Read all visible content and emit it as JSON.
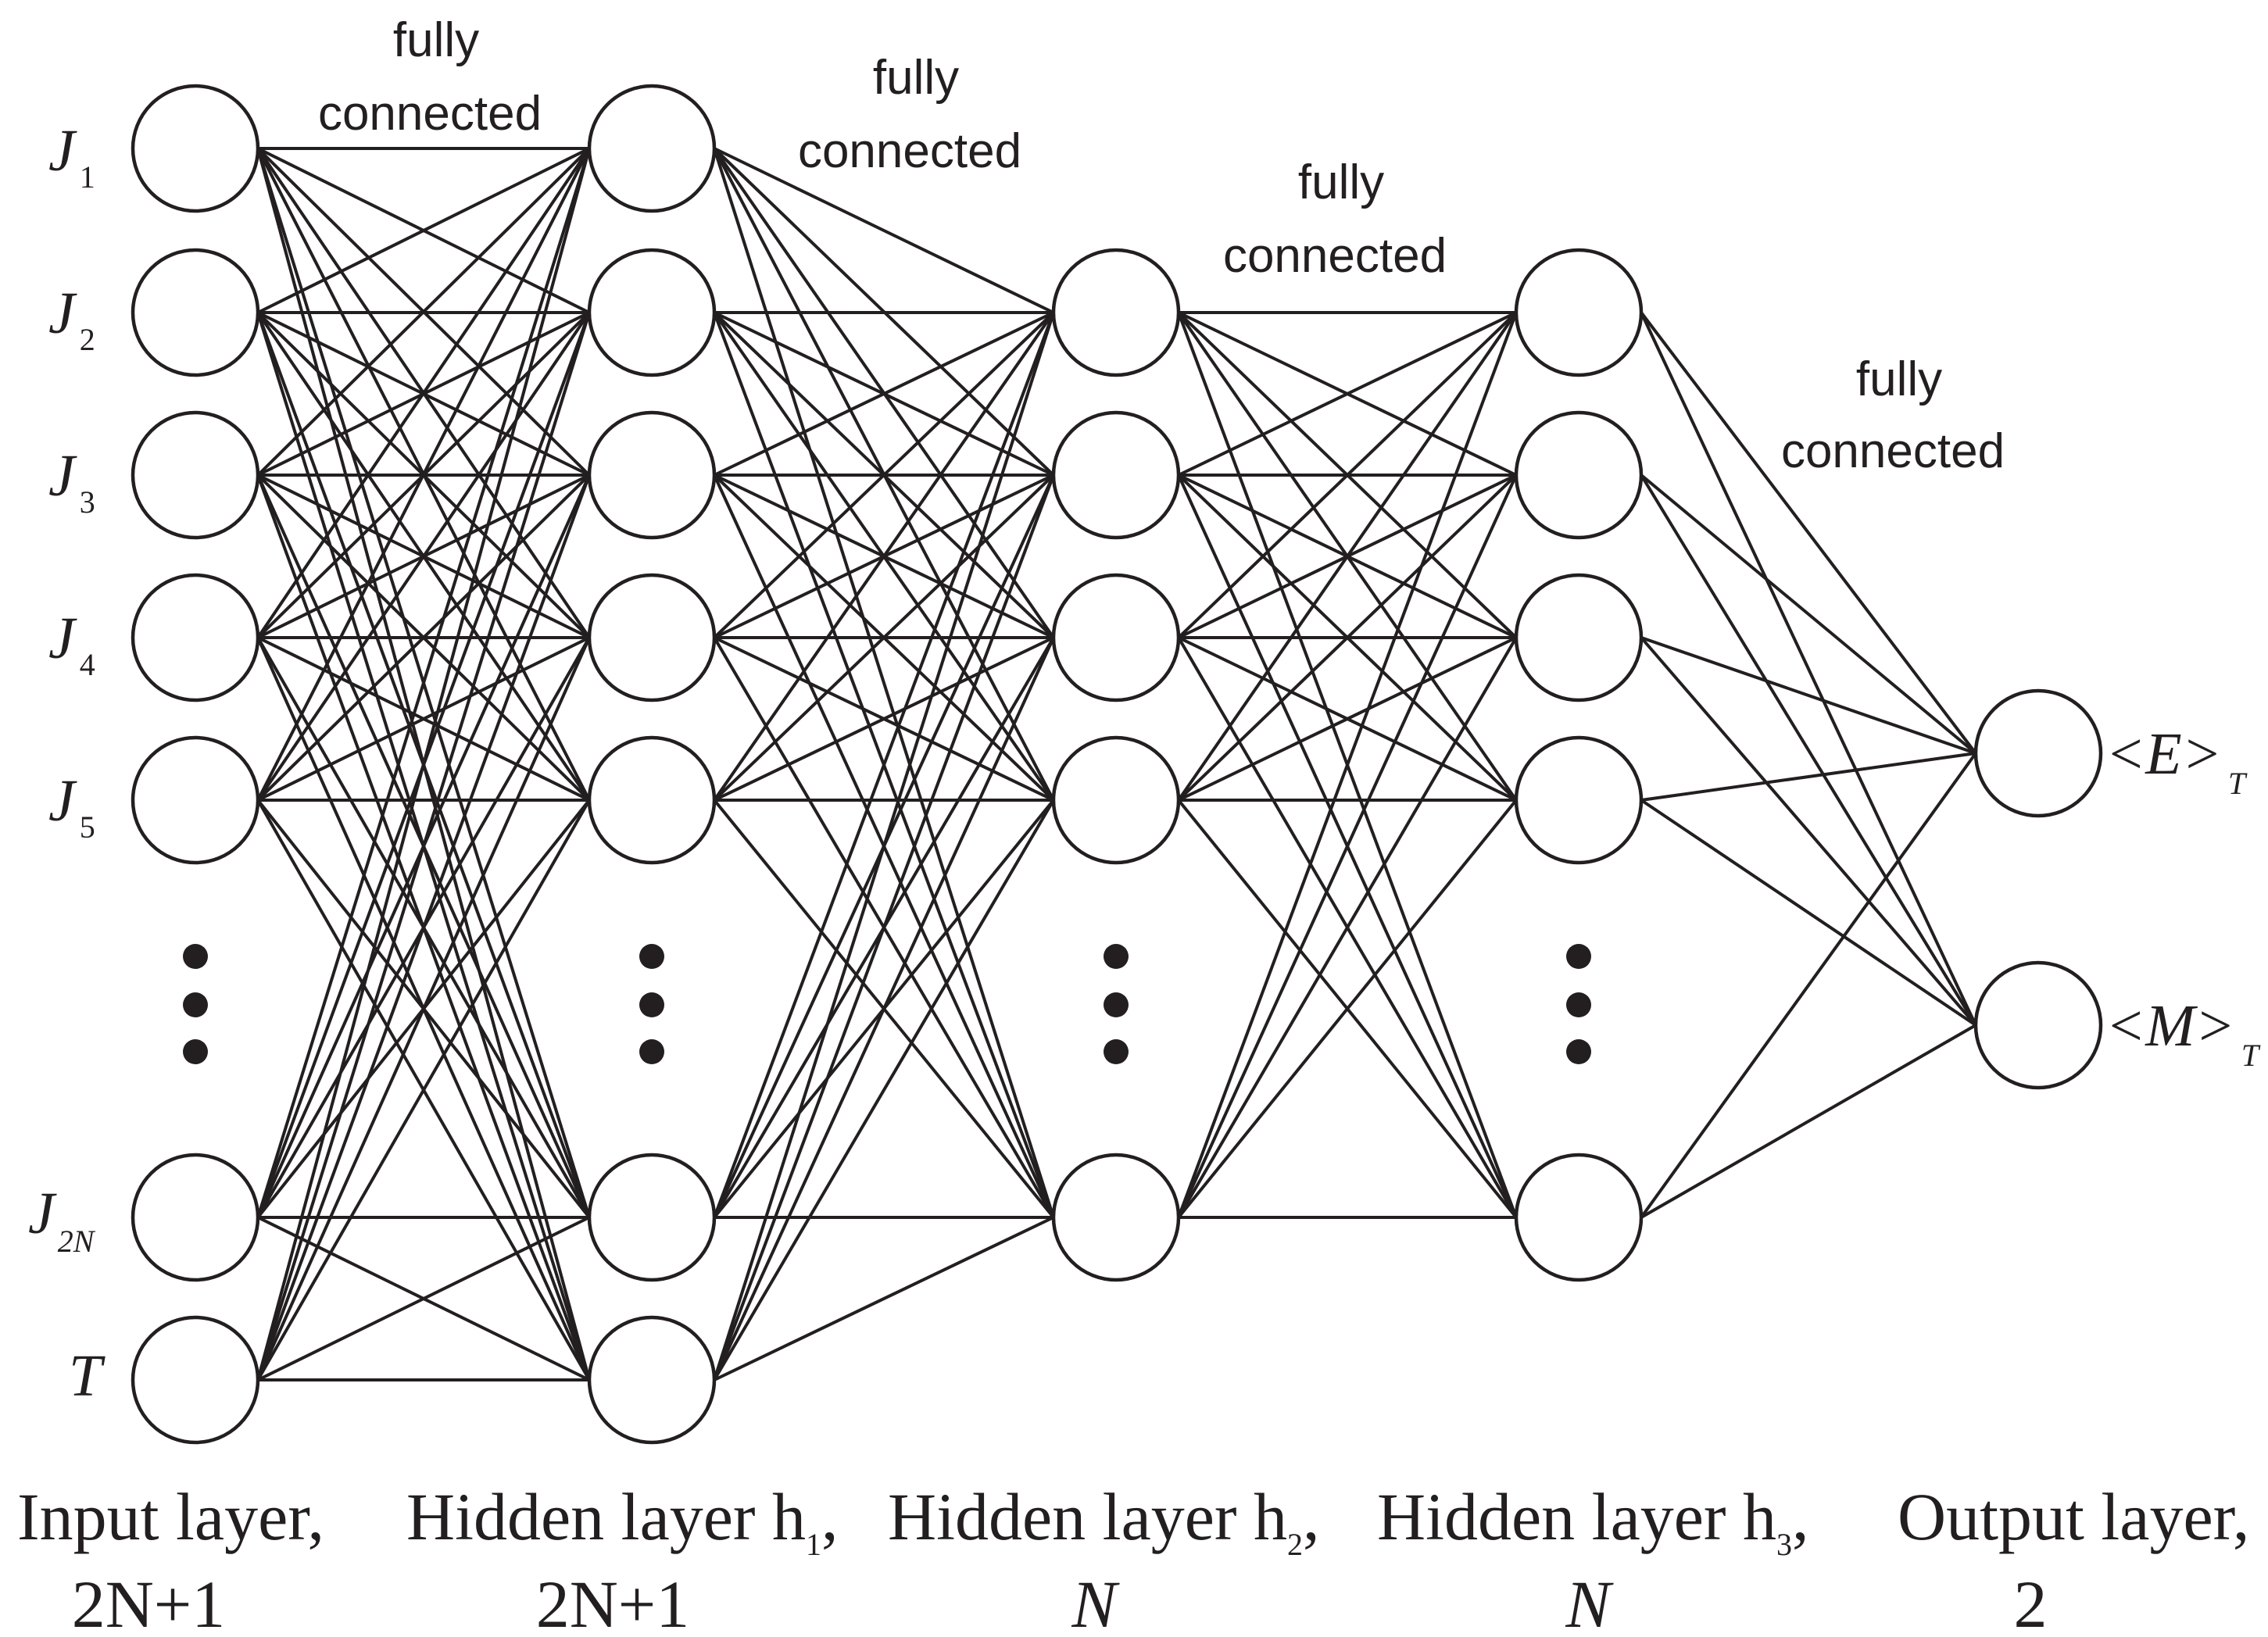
{
  "input_labels": [
    {
      "main": "J",
      "sub": "1"
    },
    {
      "main": "J",
      "sub": "2"
    },
    {
      "main": "J",
      "sub": "3"
    },
    {
      "main": "J",
      "sub": "4"
    },
    {
      "main": "J",
      "sub": "5"
    },
    {
      "main": "J",
      "sub": "2N"
    },
    {
      "main": "T",
      "sub": ""
    }
  ],
  "output_labels": [
    {
      "main": "<E>",
      "sub": "T"
    },
    {
      "main": "<M>",
      "sub": "T"
    }
  ],
  "connection_labels": [
    {
      "line1": "fully",
      "line2": "connected"
    },
    {
      "line1": "fully",
      "line2": "connected"
    },
    {
      "line1": "fully",
      "line2": "connected"
    },
    {
      "line1": "fully",
      "line2": "connected"
    }
  ],
  "layers": [
    {
      "name": "Input layer,",
      "sub": "",
      "size": "2N+1"
    },
    {
      "name": "Hidden layer h",
      "sub": "1",
      "suffix": ",",
      "size": "2N+1"
    },
    {
      "name": "Hidden layer h",
      "sub": "2",
      "suffix": ",",
      "size": "N"
    },
    {
      "name": "Hidden layer h",
      "sub": "3",
      "suffix": ",",
      "size": "N"
    },
    {
      "name": "Output layer,",
      "sub": "",
      "size": "2"
    }
  ],
  "colors": {
    "stroke": "#231f20",
    "background": "#ffffff"
  }
}
